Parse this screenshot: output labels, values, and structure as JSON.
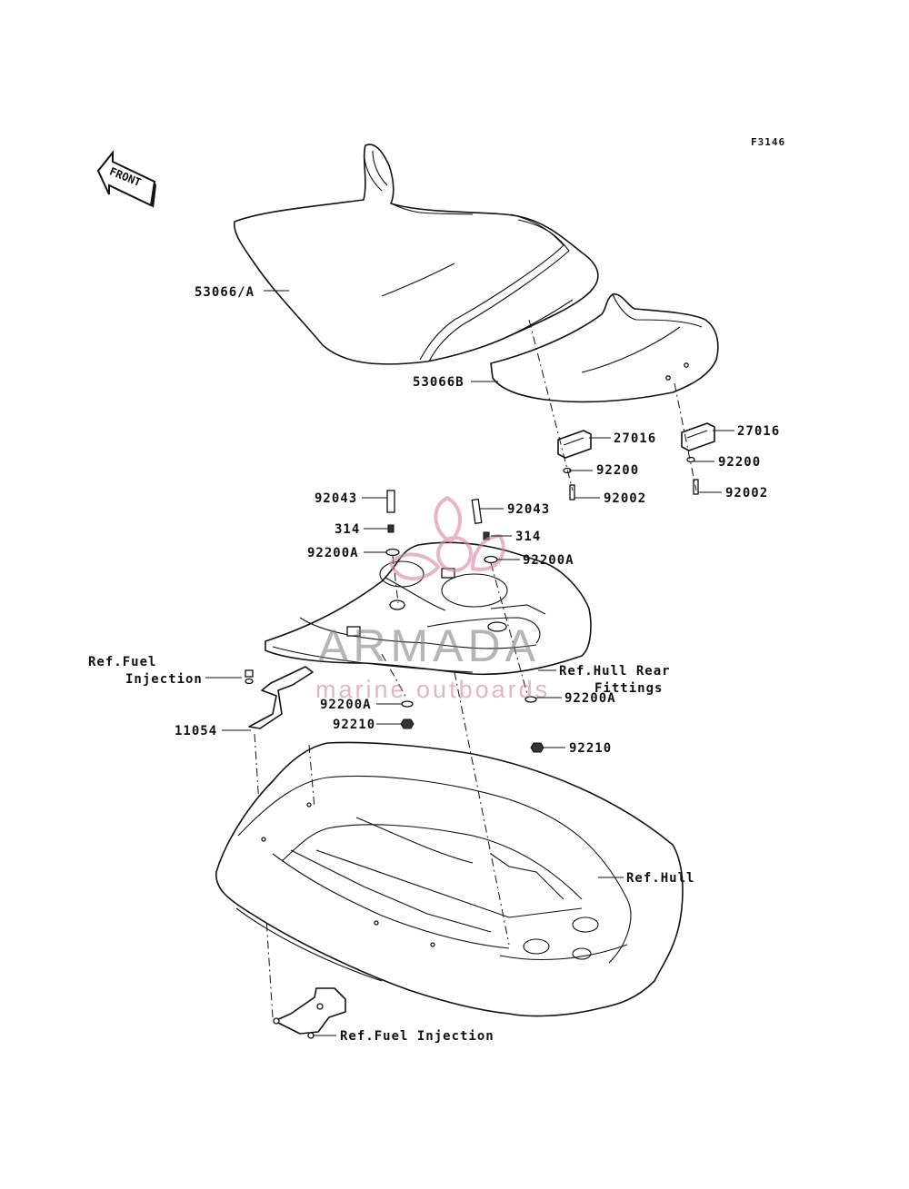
{
  "figure_code": "F3146",
  "front_arrow": {
    "label": "FRONT"
  },
  "callouts": {
    "seat_front": "53066/A",
    "seat_rear": "53066B",
    "hook_1": "27016",
    "hook_2": "27016",
    "washer_92200_1": "92200",
    "washer_92200_2": "92200",
    "bolt_92002_1": "92002",
    "bolt_92002_2": "92002",
    "bolt_92043_left": "92043",
    "bolt_92043_right": "92043",
    "collar_314_left": "314",
    "collar_314_right": "314",
    "washer_92200A_1": "92200A",
    "washer_92200A_2": "92200A",
    "washer_92200A_3": "92200A",
    "washer_92200A_4": "92200A",
    "nut_92210_1": "92210",
    "nut_92210_2": "92210",
    "bracket_11054": "11054",
    "ref_fuel_line1": "Ref.Fuel",
    "ref_fuel_line2": "Injection",
    "ref_hull_rear_line1": "Ref.Hull Rear",
    "ref_hull_rear_line2": "Fittings",
    "ref_hull": "Ref.Hull",
    "ref_fuel_injection_bottom": "Ref.Fuel Injection"
  },
  "watermark": {
    "brand": "ARMADA",
    "tagline": "marine outboards"
  },
  "colors": {
    "line": "#111111",
    "watermark_gray": "#7a7a7a",
    "watermark_pink": "#c77a95"
  }
}
